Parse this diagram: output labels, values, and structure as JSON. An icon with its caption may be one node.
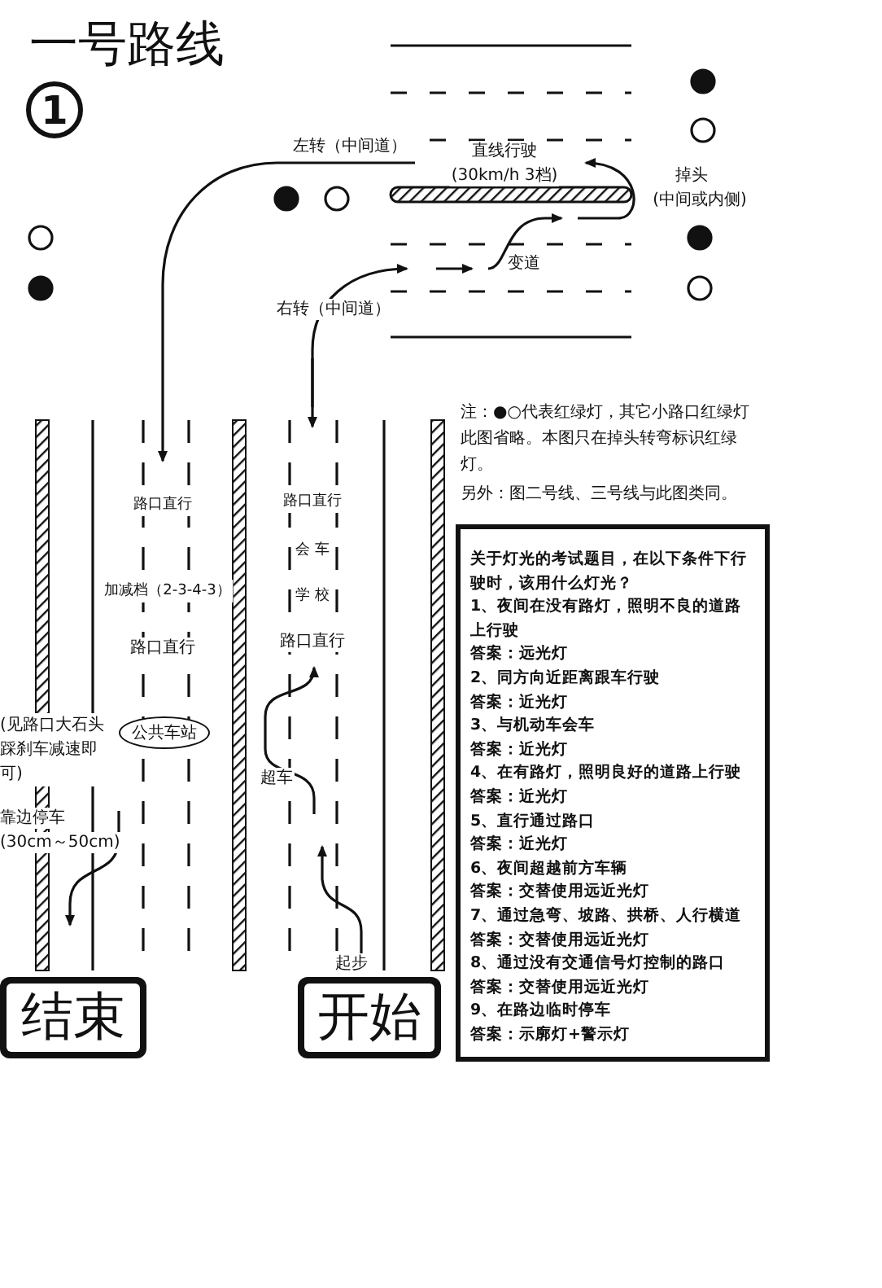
{
  "diagram": {
    "title": "一号路线",
    "nodes": [
      {
        "text": [
          "1"
        ]
      },
      {
        "text": [
          "关于灯光的考试题目，在以下条件下行驶时，该用什么灯光？",
          "1、夜间在没有路灯，照明不良的道路上行驶",
          "答案：远光灯",
          "2、同方向近距离跟车行驶",
          "答案：近光灯",
          "3、与机动车会车",
          "答案：近光灯",
          "4、在有路灯，照明良好的道路上行驶",
          "答案：近光灯",
          "5、直行通过路口",
          "答案：近光灯",
          "6、夜间超越前方车辆",
          "答案：交替使用远近光灯",
          "7、通过急弯、坡路、拱桥、人行横道",
          "答案：交替使用远近光灯",
          "8、通过没有交通信号灯控制的路口",
          "答案：交替使用远近光灯",
          "9、在路边临时停车",
          "答案：示廓灯+警示灯"
        ]
      },
      {
        "text": [
          "公共车站"
        ]
      },
      {
        "text": [
          "结束"
        ]
      },
      {
        "text": [
          "开始"
        ]
      }
    ],
    "labels": [
      "左转（中间道）",
      "直线行驶",
      "(30km/h 3档)",
      "掉头",
      "(中间或内侧)",
      "变道",
      "右转（中间道）",
      "路口直行",
      "路口直行",
      "会 车",
      "加减档（2-3-4-3）",
      "学 校",
      "路口直行",
      "路口直行",
      "(见路口大石头踩刹车减速即可)",
      "超车",
      "靠边停车",
      "(30cm～50cm)",
      "起步",
      "注：●○代表红绿灯，其它小路口红绿灯此图省略。本图只在掉头转弯标识红绿灯。",
      "另外：图二号线、三号线与此图类同。"
    ]
  }
}
